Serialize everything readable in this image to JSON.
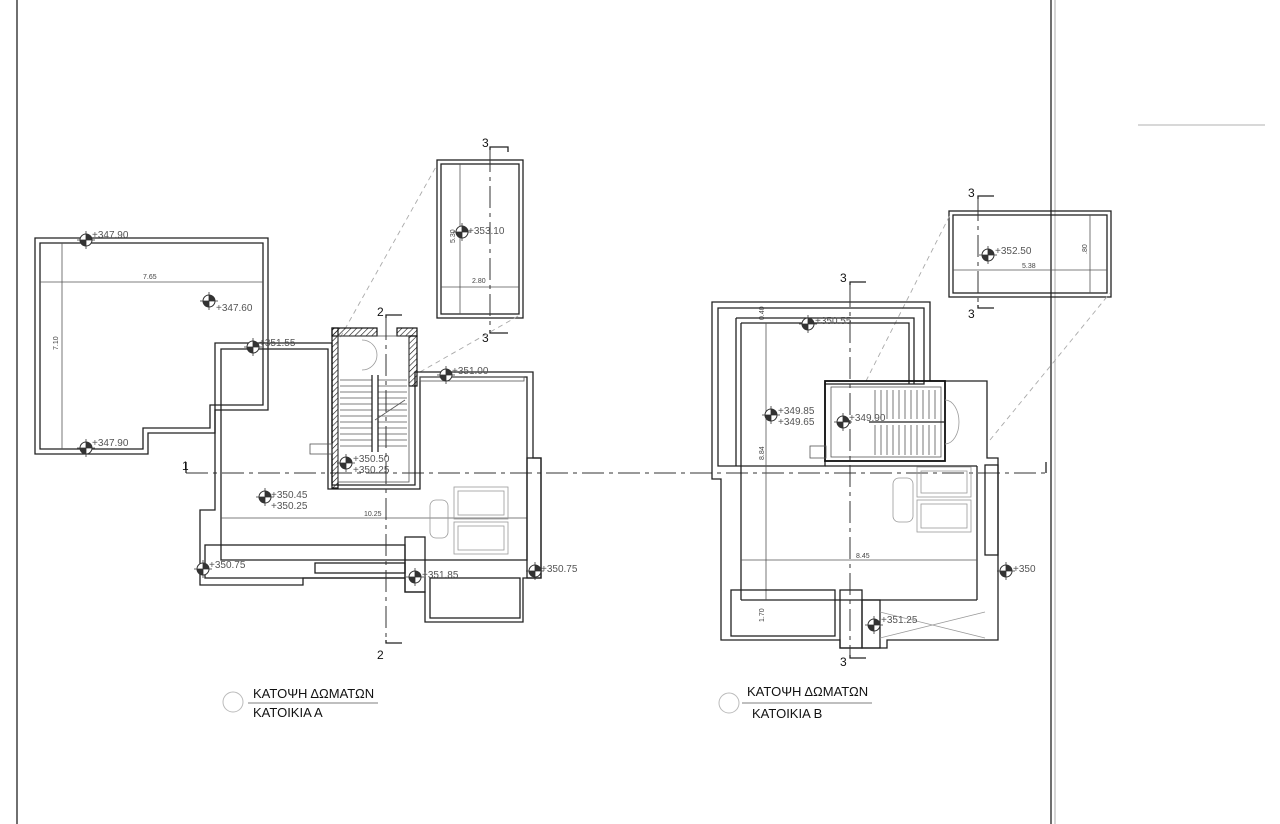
{
  "titles": {
    "a": {
      "line1": "ΚΑΤΟΨΗ ΔΩΜΑΤΩΝ",
      "line2": "ΚΑΤΟΙΚΙΑ Α"
    },
    "b": {
      "line1": "ΚΑΤΟΨΗ ΔΩΜΑΤΩΝ",
      "line2": "ΚΑΤΟΙΚΙΑ Β"
    }
  },
  "sections": {
    "s1": "1",
    "s2": "2",
    "s3": "3"
  },
  "plan_a": {
    "levels": {
      "l1": "+347.90",
      "l2": "+347.60",
      "l3": "+347.90",
      "l4": "+351.55",
      "l5": "+353.10",
      "l6": "+351.00",
      "l7a": "+350.50",
      "l7b": "+350.25",
      "l8a": "+350.45",
      "l8b": "+350.25",
      "l9": "+350.75",
      "l10": "+351.85",
      "l11": "+350.75"
    },
    "dims": {
      "d1": "7.65",
      "d2": "7.10",
      "d3": "5.30",
      "d4": "2.80",
      "d5": "10.25"
    }
  },
  "plan_b": {
    "levels": {
      "l1": "+352.50",
      "l2": "+350.55",
      "l3a": "+349.85",
      "l3b": "+349.65",
      "l4": "+349.90",
      "l5": "+350",
      "l6": "+351.25"
    },
    "dims": {
      "d1": "5.38",
      "d2": ".80",
      "d3": "0.40",
      "d4": "8.84",
      "d5": "8.45",
      "d6": "1.70"
    }
  }
}
